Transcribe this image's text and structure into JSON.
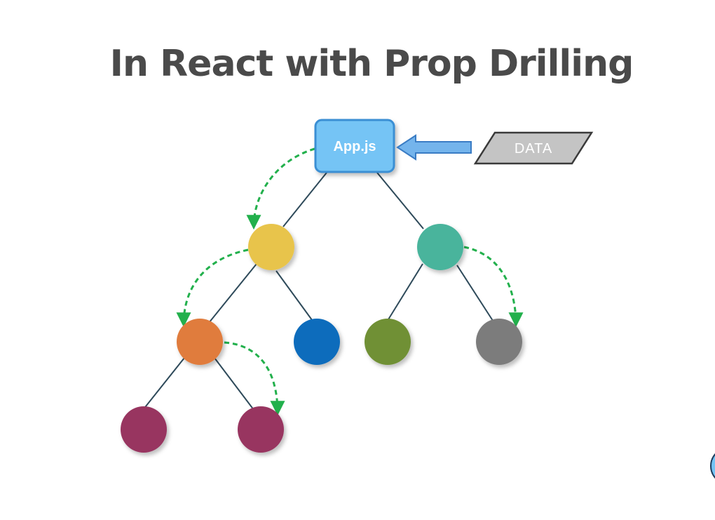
{
  "slide": {
    "title": "In React with Prop Drilling"
  },
  "diagram": {
    "root": {
      "label": "App.js",
      "color": "#74c4f5",
      "border": "#3a8fd4"
    },
    "data_source": {
      "label": "DATA",
      "color": "#c4c4c4",
      "border": "#3a3a3a"
    },
    "nodes": [
      {
        "id": "level1-left",
        "color": "#e8c44c"
      },
      {
        "id": "level1-right",
        "color": "#48b49c"
      },
      {
        "id": "level2-orange",
        "color": "#e07c3c"
      },
      {
        "id": "level2-blue",
        "color": "#0c6cbc"
      },
      {
        "id": "level2-green",
        "color": "#709034"
      },
      {
        "id": "level2-gray",
        "color": "#7c7c7c"
      },
      {
        "id": "level3-left",
        "color": "#983460"
      },
      {
        "id": "level3-right",
        "color": "#983460"
      }
    ],
    "edge_color": "#2e4a5a",
    "prop_arrow_color": "#22b04c",
    "data_arrow_color": "#74b4ec"
  }
}
